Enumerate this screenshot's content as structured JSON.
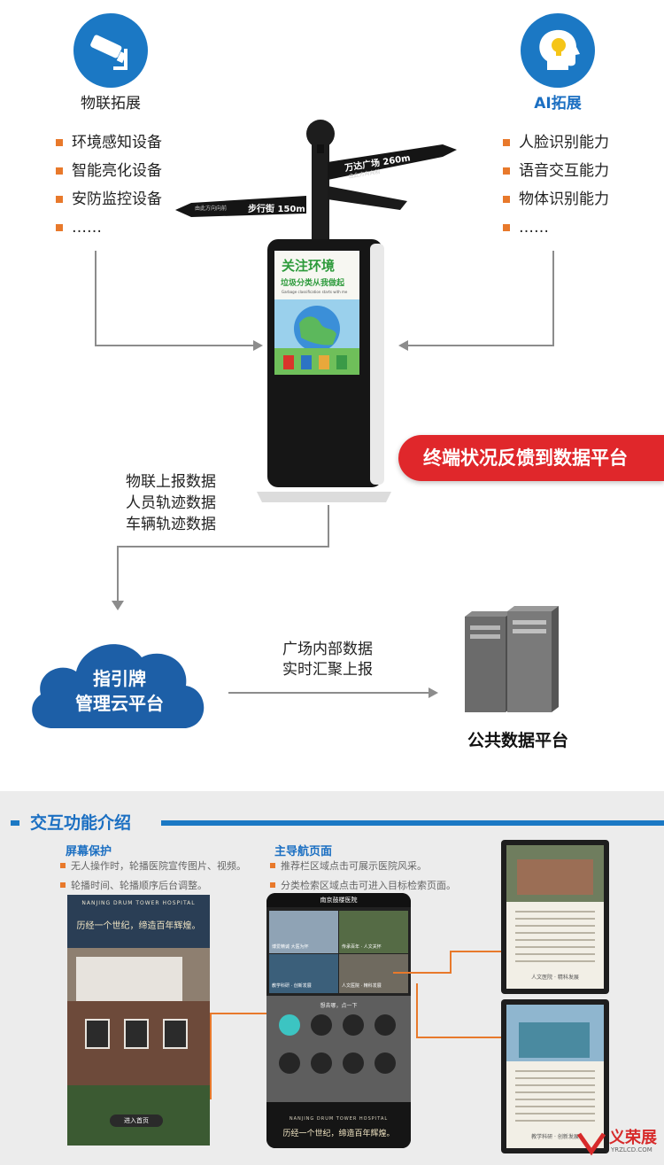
{
  "iot": {
    "title": "物联拓展",
    "items": [
      "环境感知设备",
      "智能亮化设备",
      "安防监控设备",
      "……"
    ]
  },
  "ai": {
    "title": "AI拓展",
    "items": [
      "人脸识别能力",
      "语音交互能力",
      "物体识别能力",
      "……"
    ]
  },
  "signpost": {
    "sign_right_main": "万达广场 260m",
    "sign_right_sub": "由此方向向前",
    "sign_left_main": "步行街 150m",
    "sign_left_sub": "由此方向向前",
    "screen_title": "关注环境",
    "screen_subtitle": "垃圾分类从我做起",
    "screen_en": "Garbage classification starts with me"
  },
  "feedback_banner": "终端状况反馈到数据平台",
  "report_lines": [
    "物联上报数据",
    "人员轨迹数据",
    "车辆轨迹数据"
  ],
  "cloud": {
    "line1": "指引牌",
    "line2": "管理云平台"
  },
  "square_data_lines": [
    "广场内部数据",
    "实时汇聚上报"
  ],
  "public_platform": "公共数据平台",
  "interaction": {
    "title": "交互功能介绍",
    "screen_protect": {
      "title": "屏幕保护",
      "notes": [
        "无人操作时，轮播医院宣传图片、视频。",
        "轮播时间、轮播顺序后台调整。"
      ],
      "poster_header": "NANJING DRUM TOWER HOSPITAL",
      "poster_slogan": "历经一个世纪，缔造百年辉煌。",
      "enter_button": "进入首页"
    },
    "main_nav": {
      "title": "主导航页面",
      "notes": [
        "推荐栏区域点击可展示医院风采。",
        "分类检索区域点击可进入目标检索页面。"
      ],
      "app_title": "南京鼓楼医院",
      "tiles": [
        "博爱精诚 大医为怀",
        "传承百年 · 人文关怀",
        "教学科研 · 创新发展",
        "人文医院 · 精科发展"
      ],
      "grid_header": "想去哪，点一下",
      "footer_header": "NANJING DRUM TOWER HOSPITAL",
      "footer_slogan": "历经一个世纪，缔造百年辉煌。"
    },
    "detail_captions": [
      "人文医院 · 精科发展",
      "教学科研 · 创新发展"
    ]
  },
  "watermark": {
    "brand": "义荣展",
    "url": "YRZLCD.COM"
  },
  "colors": {
    "brand_blue": "#1b78c4",
    "accent_orange": "#e8792b",
    "banner_red": "#e0272b"
  }
}
